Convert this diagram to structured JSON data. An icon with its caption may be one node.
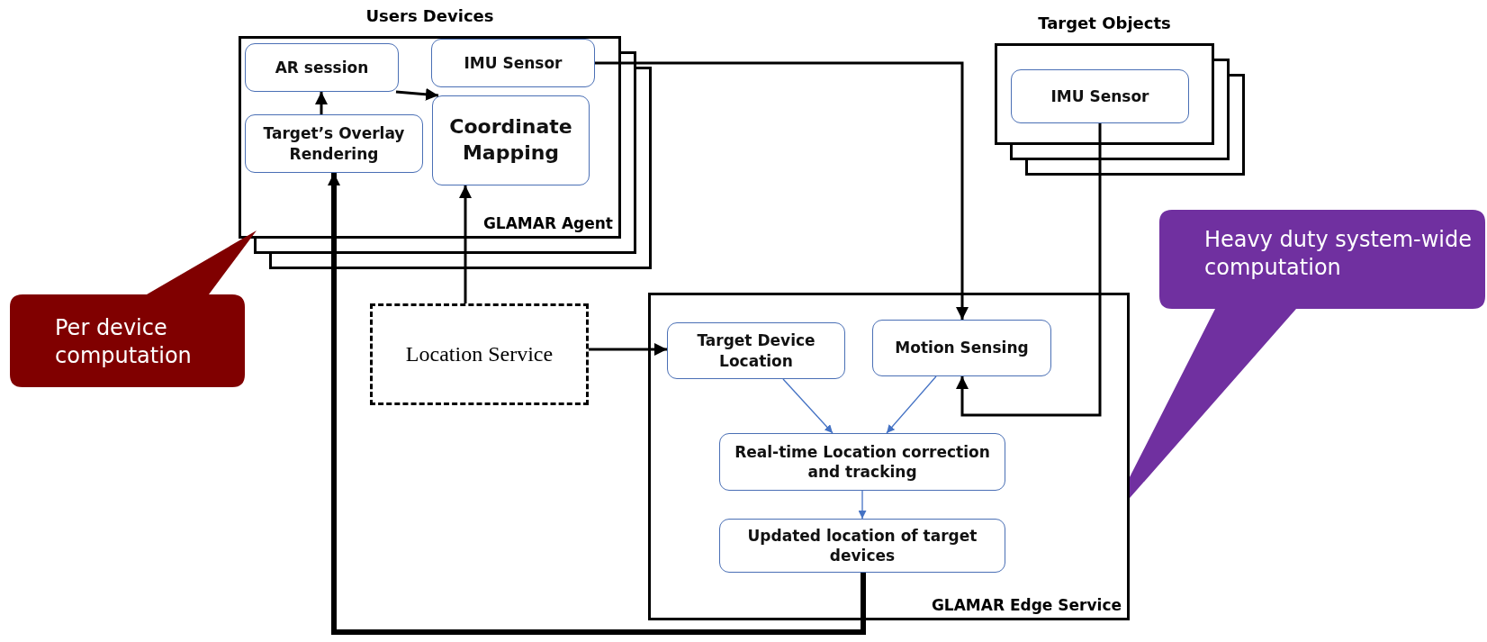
{
  "diagram": {
    "nodes": [
      {
        "text": [
          "Users Devices",
          "GLAMAR Agent"
        ]
      },
      {
        "text": [
          "AR session"
        ],
        "in": 0
      },
      {
        "text": [
          "IMU Sensor"
        ],
        "in": 0
      },
      {
        "text": [
          "Target’s Overlay Rendering"
        ],
        "in": 0
      },
      {
        "text": [
          "Coordinate Mapping"
        ],
        "in": 0
      },
      {
        "text": [
          "Target Objects"
        ]
      },
      {
        "text": [
          "IMU Sensor"
        ],
        "in": 5
      },
      {
        "text": [
          "Per device computation"
        ]
      },
      {
        "text": [
          "Location Service"
        ]
      },
      {
        "text": [
          "Heavy duty system-wide computation"
        ]
      },
      {
        "text": [
          "GLAMAR Edge Service"
        ]
      },
      {
        "text": [
          "Target Device Location"
        ],
        "in": 10
      },
      {
        "text": [
          "Motion Sensing"
        ],
        "in": 10
      },
      {
        "text": [
          "Real-time Location correction and tracking"
        ],
        "in": 10
      },
      {
        "text": [
          "Updated location of target devices"
        ],
        "in": 10
      }
    ],
    "edges": [
      {
        "from": 3,
        "to": 1,
        "arrow": "to"
      },
      {
        "from": 1,
        "to": 4,
        "arrow": "to"
      },
      {
        "from": 8,
        "to": 4,
        "arrow": "to"
      },
      {
        "from": 8,
        "to": 11,
        "arrow": "to"
      },
      {
        "from": 2,
        "to": 12,
        "arrow": "to"
      },
      {
        "from": 6,
        "to": 12,
        "arrow": "to"
      },
      {
        "from": 11,
        "to": 13,
        "arrow": "to",
        "color": "#4472c4"
      },
      {
        "from": 12,
        "to": 13,
        "arrow": "to",
        "color": "#4472c4"
      },
      {
        "from": 13,
        "to": 14,
        "arrow": "to",
        "color": "#4472c4"
      },
      {
        "from": 14,
        "to": 3,
        "arrow": "to",
        "style": "thick"
      }
    ]
  }
}
